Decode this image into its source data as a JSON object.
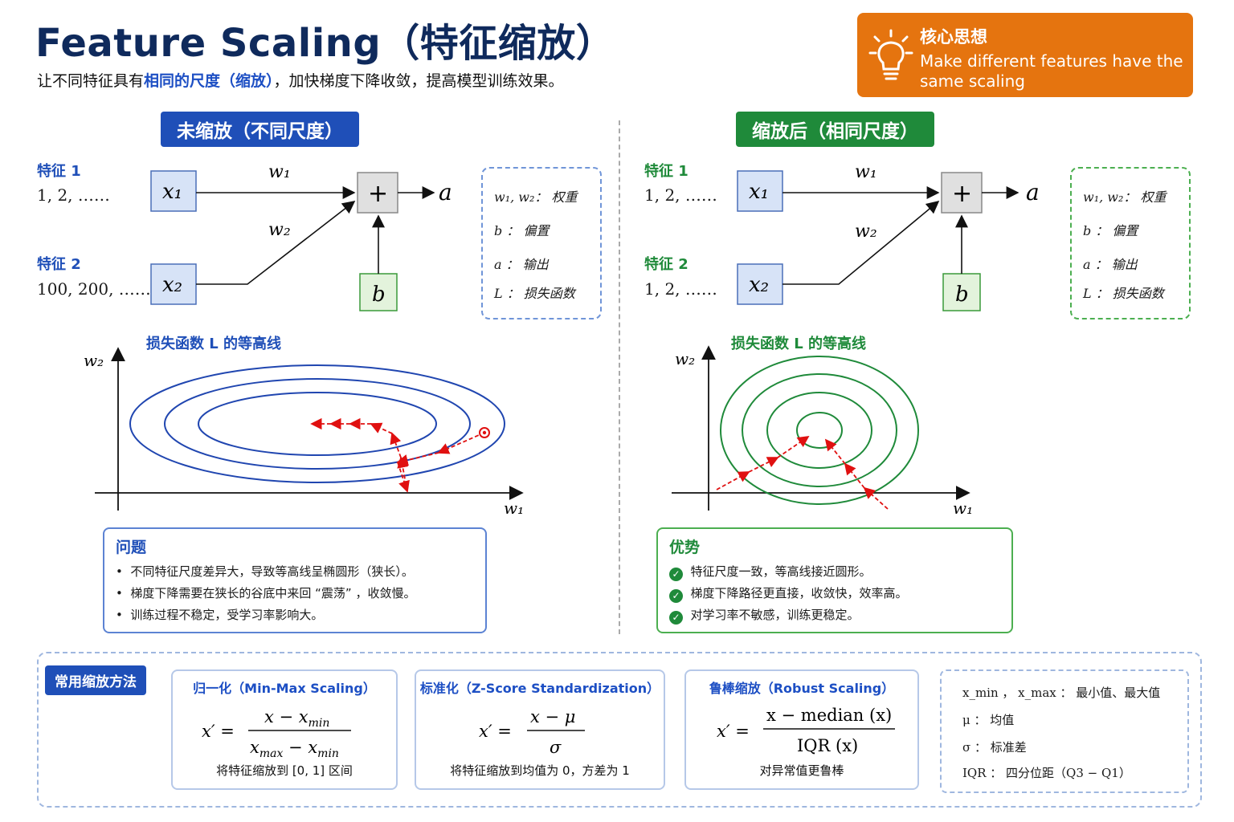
{
  "header": {
    "title": "Feature Scaling（特征缩放）",
    "subtitle_pre": "让不同特征具有",
    "subtitle_hl": "相同的尺度（缩放）",
    "subtitle_post": "，加快梯度下降收敛，提高模型训练效果。"
  },
  "core": {
    "heading": "核心思想",
    "text": "Make different features have the same scaling",
    "icon": "lightbulb-icon"
  },
  "left": {
    "tag": "未缩放（不同尺度）",
    "feature1_label": "特征 1",
    "feature1_values": "1, 2, ……",
    "feature2_label": "特征 2",
    "feature2_values": "100, 200, ……",
    "contour_title": "损失函数 L 的等高线",
    "box_title": "问题",
    "points": [
      "不同特征尺度差异大，导致等高线呈椭圆形（狭长）。",
      "梯度下降需要在狭长的谷底中来回 “震荡” ，收敛慢。",
      "训练过程不稳定，受学习率影响大。"
    ]
  },
  "right": {
    "tag": "缩放后（相同尺度）",
    "feature1_label": "特征 1",
    "feature1_values": "1, 2, ……",
    "feature2_label": "特征 2",
    "feature2_values": "1, 2, ……",
    "contour_title": "损失函数 L 的等高线",
    "box_title": "优势",
    "points": [
      "特征尺度一致，等高线接近圆形。",
      "梯度下降路径更直接，收敛快，效率高。",
      "对学习率不敏感，训练更稳定。"
    ]
  },
  "diagram": {
    "x1": "x₁",
    "x2": "x₂",
    "w1": "w₁",
    "w2": "w₂",
    "plus": "+",
    "b": "b",
    "a": "a"
  },
  "legend": {
    "weights": "w₁, w₂： 权重",
    "bias": "b ： 偏置",
    "output": "a ： 输出",
    "loss": "L ： 损失函数"
  },
  "axes": {
    "y": "w₂",
    "x": "w₁"
  },
  "methods": {
    "tag": "常用缩放方法",
    "minmax": {
      "title": "归一化（Min-Max Scaling）",
      "desc": "将特征缩放到 [0, 1] 区间"
    },
    "zscore": {
      "title": "标准化（Z-Score Standardization）",
      "desc": "将特征缩放到均值为 0，方差为 1"
    },
    "robust": {
      "title": "鲁棒缩放（Robust Scaling）",
      "desc": "对异常值更鲁棒",
      "num": "x − median (x)",
      "den": "IQR (x)"
    }
  },
  "notation": {
    "minmax": "x_min ， x_max ： 最小值、最大值",
    "mu": "μ ： 均值",
    "sigma": "σ ： 标准差",
    "iqr": "IQR ： 四分位距（Q3 − Q1）"
  },
  "colors": {
    "blue": "#1f4fb8",
    "green": "#1f8a3a",
    "orange": "#e5740f",
    "path": "#e01010"
  }
}
